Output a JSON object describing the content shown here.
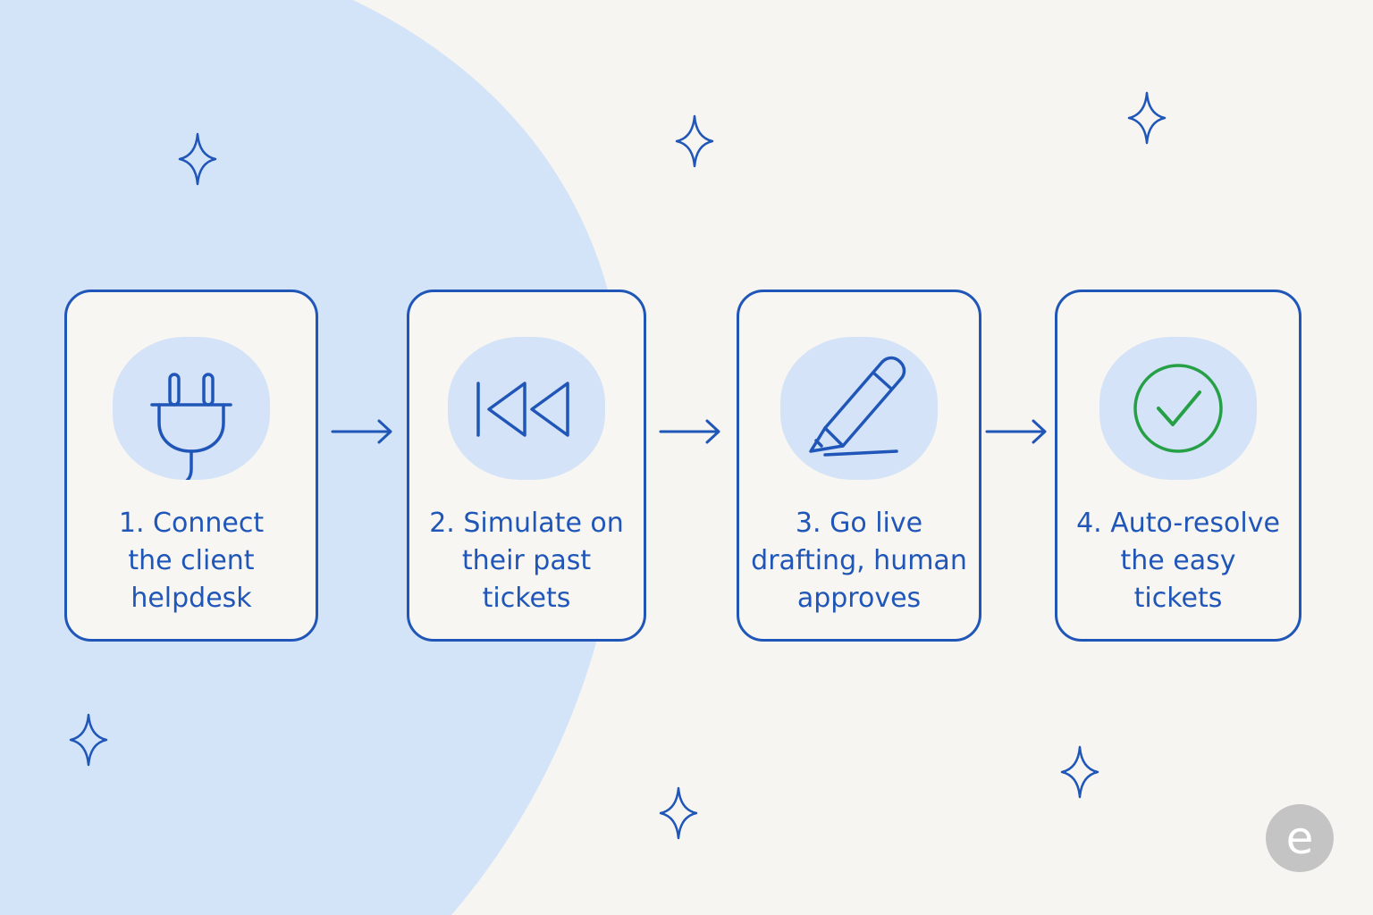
{
  "colors": {
    "background": "#f6f5f1",
    "blob": "#d3e3f8",
    "ink": "#1f56b8",
    "icon_bg": "#d4e3f7",
    "check": "#26a046",
    "logo": "#c4c4c4"
  },
  "steps": [
    {
      "label": "1. Connect\nthe client\nhelpdesk",
      "icon": "plug-icon"
    },
    {
      "label": "2. Simulate on\ntheir past\ntickets",
      "icon": "rewind-icon"
    },
    {
      "label": "3. Go live\ndrafting, human\napproves",
      "icon": "pencil-icon"
    },
    {
      "label": "4. Auto-resolve\nthe easy\ntickets",
      "icon": "checkmark-circle-icon"
    }
  ],
  "connectors": [
    "arrow-right-icon",
    "arrow-right-icon",
    "arrow-right-icon"
  ],
  "decorations": [
    "sparkle-icon"
  ],
  "logo": {
    "glyph": "e",
    "icon": "brand-logo-icon"
  }
}
